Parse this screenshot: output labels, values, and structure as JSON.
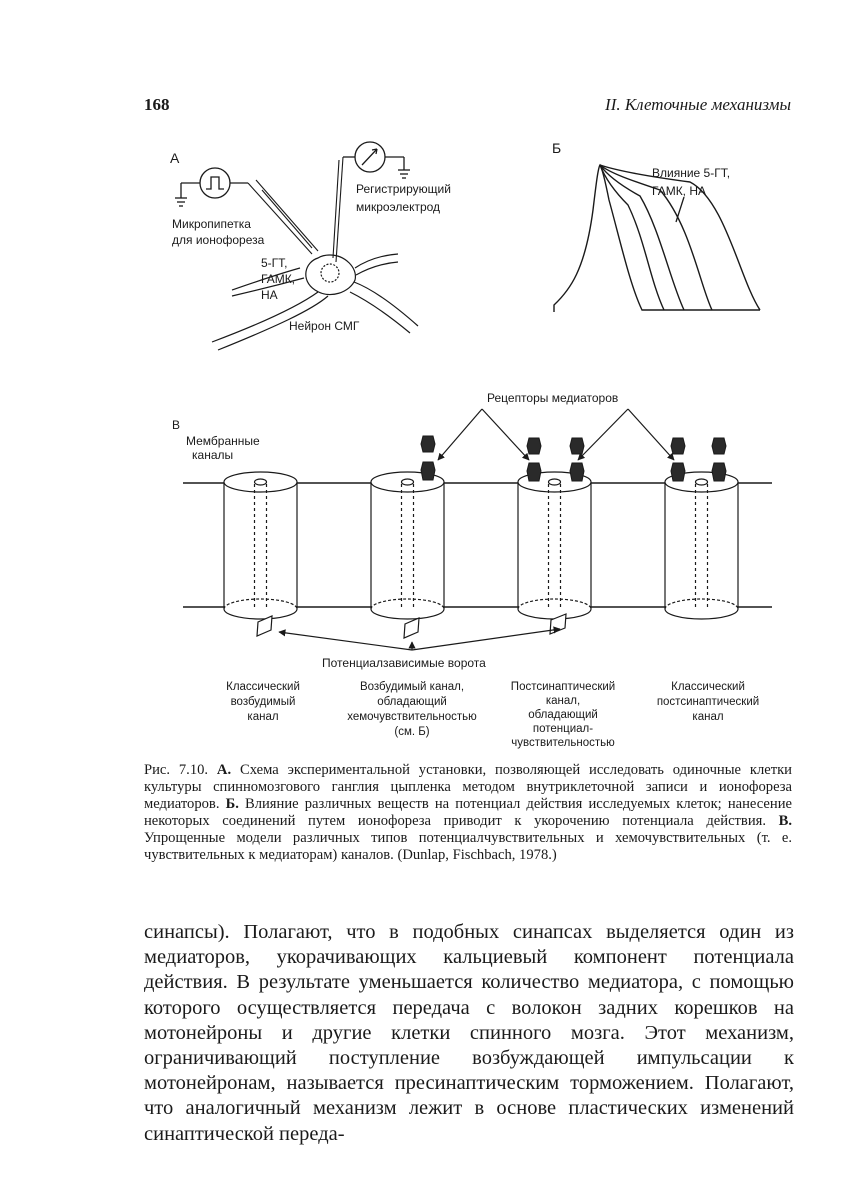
{
  "header": {
    "page_number": "168",
    "running_title": "II. Клеточные механизмы"
  },
  "figure": {
    "panel_a": {
      "letter": "А",
      "micropipette_label": [
        "Микропипетка",
        "для ионофореза"
      ],
      "electrode_label": [
        "Регистрирующий",
        "микроэлектрод"
      ],
      "substances_label": [
        "5-ГТ,",
        "ГАМК,",
        "НА"
      ],
      "neuron_label": "Нейрон СМГ"
    },
    "panel_b": {
      "letter": "Б",
      "influence_label": [
        "Влияние 5-ГТ,",
        "ГАМК, НА"
      ]
    },
    "panel_c": {
      "letter": "В",
      "membrane_label": [
        "Мембранные",
        "каналы"
      ],
      "receptors_label": "Рецепторы медиаторов",
      "gates_label": "Потенциалзависимые ворота",
      "channel_types": [
        [
          "Классический",
          "возбудимый",
          "канал"
        ],
        [
          "Возбудимый канал,",
          "обладающий",
          "хемочувствительностью",
          "(см. Б)"
        ],
        [
          "Постсинаптический",
          "канал,",
          "обладающий",
          "потенциал-",
          "чувствительностью"
        ],
        [
          "Классический",
          "постсинаптический",
          "канал"
        ]
      ]
    }
  },
  "caption": {
    "fig_label": "Рис. 7.10.",
    "part_a_letter": "А.",
    "part_a": "Схема экспериментальной установки, позволяющей исследовать одиночные клетки культуры спинномозгового ганглия цыпленка методом внутриклеточной записи и ионофореза медиаторов.",
    "part_b_letter": "Б.",
    "part_b": "Влияние различных веществ на потенциал действия исследуемых клеток; нанесение некоторых соединений путем ионофореза приводит к укорочению потенциала действия.",
    "part_c_letter": "В.",
    "part_c": "Упрощенные модели различных типов потенциалчувствительных и хемочувствительных (т. е. чувствительных к медиаторам) каналов. (Dunlap, Fischbach, 1978.)"
  },
  "body_text": "синапсы). Полагают, что в подобных синапсах выделяется один из медиаторов, укорачивающих кальциевый компонент потенциала действия. В результате уменьшается количество медиатора, с помощью которого осуществляется передача с волокон задних корешков на мотонейроны и другие клетки спинного мозга. Этот механизм, ограничивающий поступление возбуждающей импульсации к мотонейронам, называется пресинаптическим торможением. Полагают, что аналогичный механизм лежит в основе пластических изменений синаптической переда-"
}
